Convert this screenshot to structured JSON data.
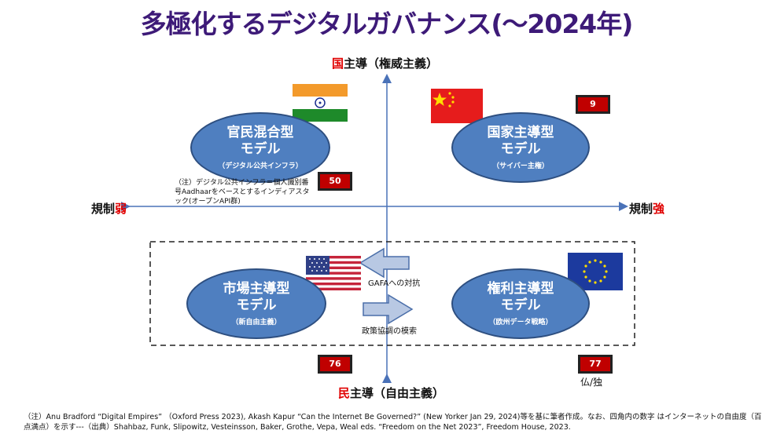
{
  "title": "多極化するデジタルガバナンス(〜2024年)",
  "axes": {
    "top_prefix": "国",
    "top_rest": "主導（権威主義）",
    "bottom_prefix": "民",
    "bottom_rest": "主導（自由主義）",
    "left_rest": "規制",
    "left_suffix": "弱",
    "right_rest": "規制",
    "right_suffix": "強"
  },
  "models": {
    "hybrid": {
      "line1": "官民混合型",
      "line2": "モデル",
      "sub": "（デジタル公共インフラ）",
      "score": "50"
    },
    "state": {
      "line1": "国家主導型",
      "line2": "モデル",
      "sub": "（サイバー主権）",
      "score": "9"
    },
    "market": {
      "line1": "市場主導型",
      "line2": "モデル",
      "sub": "（新自由主義）",
      "score": "76"
    },
    "rights": {
      "line1": "権利主導型",
      "line2": "モデル",
      "sub": "（欧州データ戦略）",
      "score": "77",
      "score_note": "仏/独"
    }
  },
  "hybrid_note": "（注）デジタル公共インフラ＝個人識別番号Aadhaarをベースとするインディアスタック(オープンAPI群)",
  "arrows": {
    "left_label": "GAFAへの対抗",
    "right_label": "政策協調の模索"
  },
  "footnote": "（注）Anu Bradford “Digital Empires” （Oxford Press 2023), Akash Kapur “Can the Internet Be Governed?” (New Yorker Jan 29, 2024)等を基に筆者作成。なお、四角内の数字 はインターネットの自由度（百点満点）を示す---（出典）Shahbaz, Funk, Slipowitz, Vesteinsson, Baker, Grothe, Vepa, Weal eds. “Freedom on the Net 2023”, Freedom House, 2023.",
  "colors": {
    "title": "#3d1a78",
    "ellipse": "#4f7fc0",
    "score_box": "#c00000",
    "emphasis": "#e00000"
  },
  "flags": [
    "india-flag",
    "china-flag",
    "usa-flag",
    "eu-flag"
  ]
}
